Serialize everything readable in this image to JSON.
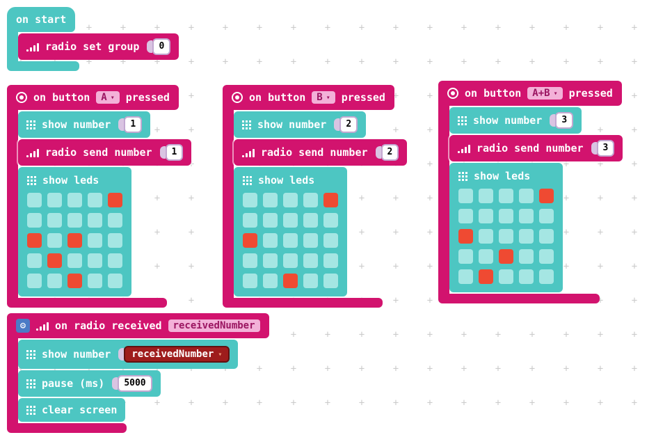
{
  "colors": {
    "teal": "#4DC6C2",
    "magenta": "#D2136E",
    "led_on": "#EF4A32",
    "led_off": "#A5E6E3",
    "slot_border": "#C3A8D1",
    "slot_ear": "#D9C4E2",
    "pill_bg": "#F3B1D8",
    "pill_text": "#9B1561",
    "var_bg": "#9E1C1C",
    "var_border": "#611010",
    "gear_bg": "#4B7BC6",
    "grid_cross": "#CCCCCC"
  },
  "icons": {
    "gear": "⚙",
    "dropdown_arrow": "▾"
  },
  "workspace": {
    "grid_cross_glyph": "+"
  },
  "on_start": {
    "label": "on start",
    "radio_set_group": {
      "label": "radio set group",
      "value": "0"
    }
  },
  "buttons": [
    {
      "event_prefix": "on button",
      "button": "A",
      "event_suffix": "pressed",
      "show_number_label": "show number",
      "show_number_value": "1",
      "radio_send_label": "radio send number",
      "radio_send_value": "1",
      "show_leds_label": "show leds",
      "leds": [
        [
          0,
          0,
          0,
          0,
          1
        ],
        [
          0,
          0,
          0,
          0,
          0
        ],
        [
          1,
          0,
          1,
          0,
          0
        ],
        [
          0,
          1,
          0,
          0,
          0
        ],
        [
          0,
          0,
          1,
          0,
          0
        ]
      ]
    },
    {
      "event_prefix": "on button",
      "button": "B",
      "event_suffix": "pressed",
      "show_number_label": "show number",
      "show_number_value": "2",
      "radio_send_label": "radio send number",
      "radio_send_value": "2",
      "show_leds_label": "show leds",
      "leds": [
        [
          0,
          0,
          0,
          0,
          1
        ],
        [
          0,
          0,
          0,
          0,
          0
        ],
        [
          1,
          0,
          0,
          0,
          0
        ],
        [
          0,
          0,
          0,
          0,
          0
        ],
        [
          0,
          0,
          1,
          0,
          0
        ]
      ]
    },
    {
      "event_prefix": "on button",
      "button": "A+B",
      "event_suffix": "pressed",
      "show_number_label": "show number",
      "show_number_value": "3",
      "radio_send_label": "radio send number",
      "radio_send_value": "3",
      "show_leds_label": "show leds",
      "leds": [
        [
          0,
          0,
          0,
          0,
          1
        ],
        [
          0,
          0,
          0,
          0,
          0
        ],
        [
          1,
          0,
          0,
          0,
          0
        ],
        [
          0,
          0,
          1,
          0,
          0
        ],
        [
          0,
          1,
          0,
          0,
          0
        ]
      ]
    }
  ],
  "on_radio_received": {
    "label": "on radio received",
    "param": "receivedNumber",
    "show_number_label": "show number",
    "variable": "receivedNumber",
    "pause_label": "pause (ms)",
    "pause_value": "5000",
    "clear_label": "clear screen"
  }
}
